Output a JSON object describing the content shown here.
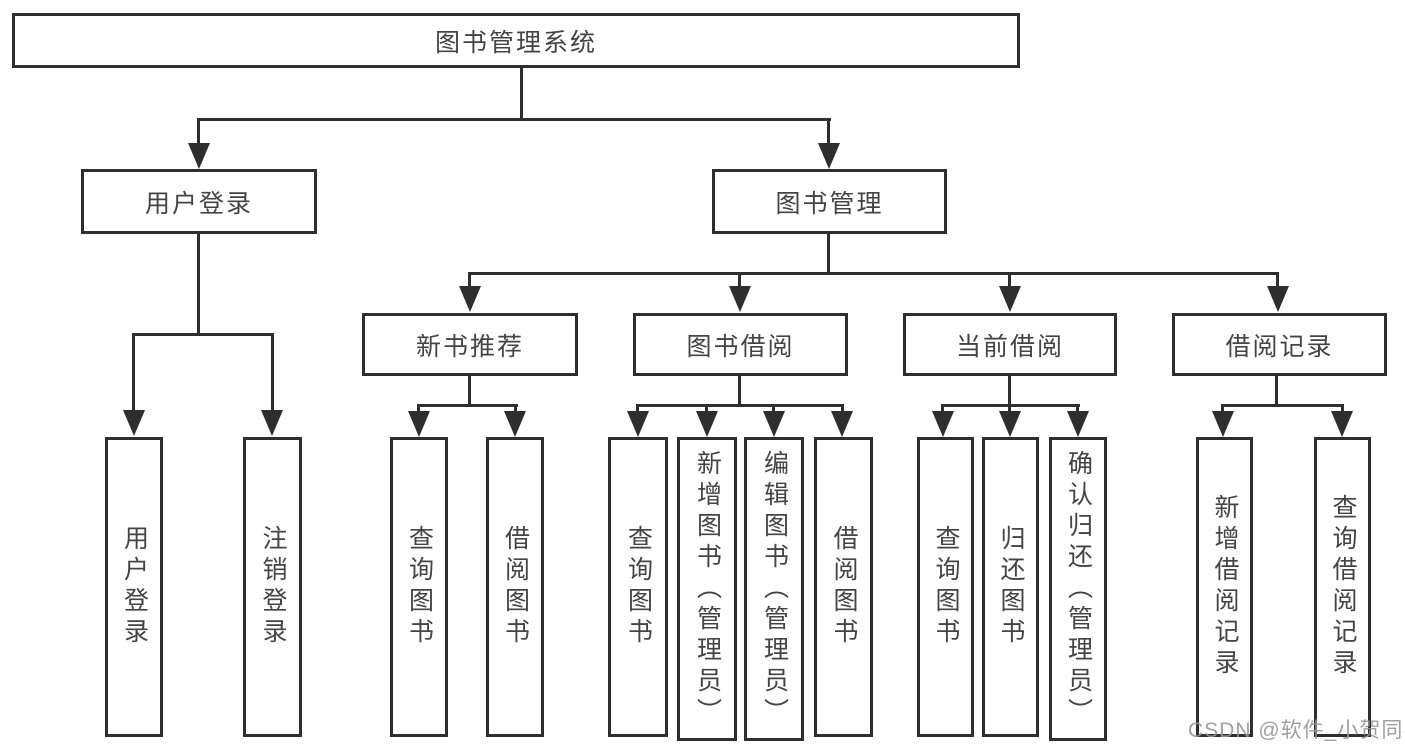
{
  "diagram": {
    "root": {
      "label": "图书管理系统"
    },
    "user_login": {
      "label": "用户登录",
      "children": [
        {
          "label": "用户登录"
        },
        {
          "label": "注销登录"
        }
      ]
    },
    "book_management": {
      "label": "图书管理",
      "sections": [
        {
          "label": "新书推荐",
          "children": [
            {
              "label": "查询图书"
            },
            {
              "label": "借阅图书"
            }
          ]
        },
        {
          "label": "图书借阅",
          "children": [
            {
              "label": "查询图书"
            },
            {
              "label": "新增图书（管理员）"
            },
            {
              "label": "编辑图书（管理员）"
            },
            {
              "label": "借阅图书"
            }
          ]
        },
        {
          "label": "当前借阅",
          "children": [
            {
              "label": "查询图书"
            },
            {
              "label": "归还图书"
            },
            {
              "label": "确认归还（管理员）"
            }
          ]
        },
        {
          "label": "借阅记录",
          "children": [
            {
              "label": "新增借阅记录"
            },
            {
              "label": "查询借阅记录"
            }
          ]
        }
      ]
    },
    "watermark": "CSDN @软件_小贺同学"
  }
}
